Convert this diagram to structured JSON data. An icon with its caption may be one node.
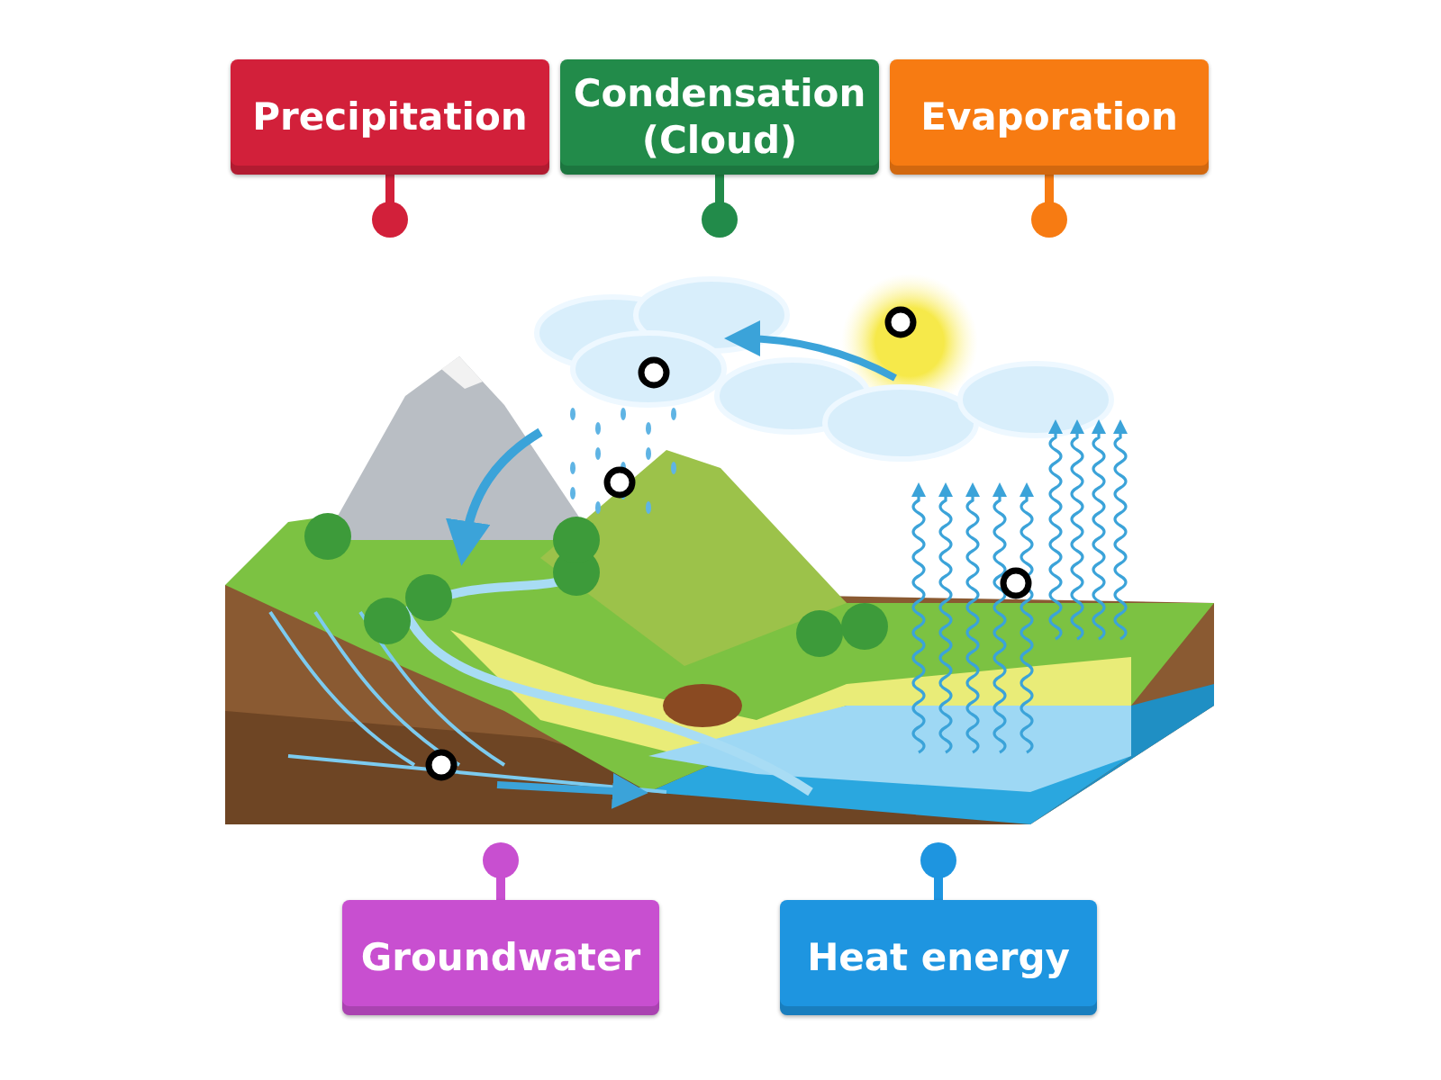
{
  "diagram": {
    "nodes": [
      {
        "text": [
          "Precipitation"
        ]
      },
      {
        "text": [
          "Condensation (Cloud)"
        ]
      },
      {
        "text": [
          "Evaporation"
        ]
      },
      {
        "text": [
          "Groundwater"
        ]
      },
      {
        "text": [
          "Heat energy"
        ]
      }
    ]
  }
}
